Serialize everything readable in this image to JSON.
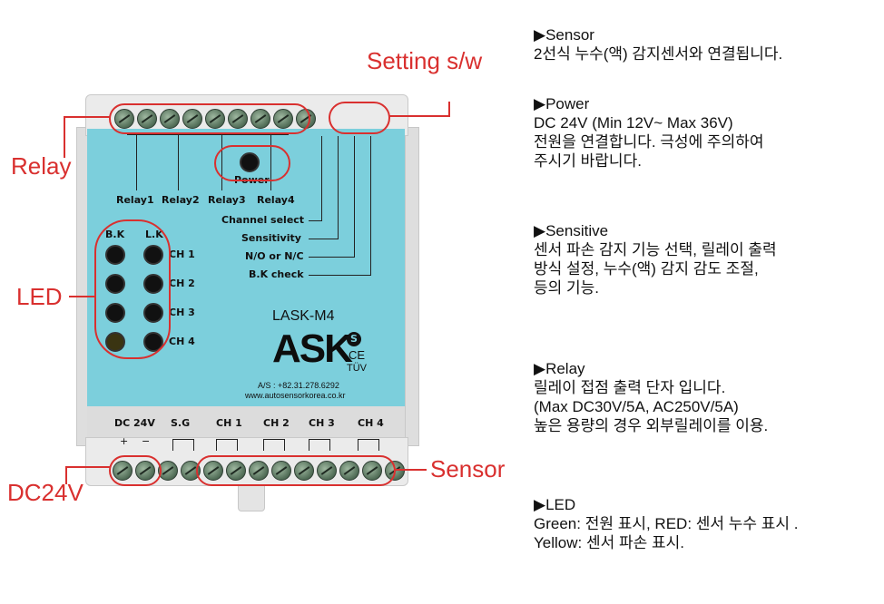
{
  "callouts": {
    "setting_sw": "Setting s/w",
    "relay": "Relay",
    "led": "LED",
    "dc24v": "DC24V",
    "sensor": "Sensor"
  },
  "device": {
    "relay_labels": [
      "Relay1",
      "Relay2",
      "Relay3",
      "Relay4"
    ],
    "power_label": "Power",
    "switch_labels": [
      "Channel select",
      "Sensitivity",
      "N/O or N/C",
      "B.K check"
    ],
    "led_columns": [
      "B.K",
      "L.K"
    ],
    "channels": [
      "CH 1",
      "CH 2",
      "CH 3",
      "CH 4"
    ],
    "model": "LASK-M4",
    "brand": "ASK",
    "cert_marks": [
      "S",
      "CE",
      "TÜV"
    ],
    "service": "A/S : +82.31.278.6292",
    "website": "www.autosensorkorea.co.kr",
    "bottom_labels": [
      "DC 24V",
      "S.G",
      "CH 1",
      "CH 2",
      "CH 3",
      "CH 4"
    ],
    "polarity": [
      "+",
      "−"
    ]
  },
  "info": [
    {
      "title": "▶Sensor",
      "lines": [
        "2선식 누수(액) 감지센서와 연결됩니다."
      ]
    },
    {
      "title": "▶Power",
      "lines": [
        "DC 24V (Min 12V~ Max 36V)",
        "전원을 연결합니다. 극성에 주의하여",
        "주시기 바랍니다."
      ]
    },
    {
      "title": "▶Sensitive",
      "lines": [
        "센서 파손 감지 기능 선택, 릴레이 출력",
        "방식 설정, 누수(액) 감지 감도 조절,",
        "등의 기능."
      ]
    },
    {
      "title": "▶Relay",
      "lines": [
        "릴레이 접점 출력 단자 입니다.",
        "(Max  DC30V/5A, AC250V/5A)",
        "높은 용량의 경우 외부릴레이를 이용."
      ]
    },
    {
      "title": "▶LED",
      "lines": [
        "Green: 전원 표시, RED: 센서 누수 표시 .",
        "Yellow: 센서 파손 표시."
      ]
    }
  ],
  "colors": {
    "panel": "#7ccfdc",
    "callout": "#d9302f"
  }
}
